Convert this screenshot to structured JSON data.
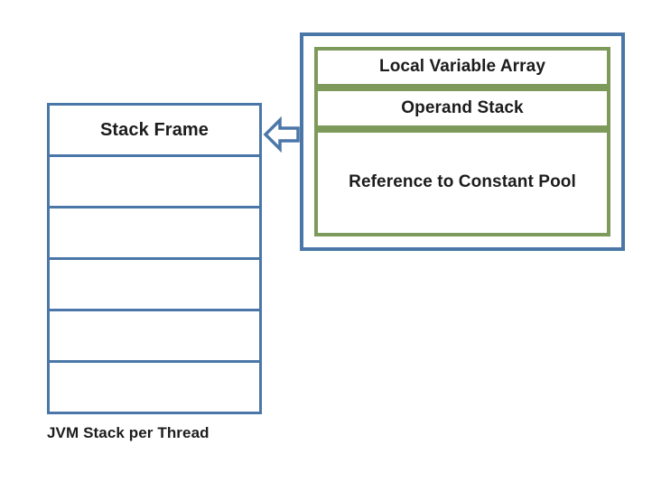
{
  "diagram": {
    "title": "JVM Stack per Thread",
    "colors": {
      "blue_border": "#4b77a8",
      "green_border": "#7d9a5b",
      "background": "#ffffff",
      "text": "#1c1c1c"
    },
    "jvm_stack": {
      "caption": "JVM Stack per Thread",
      "cells": [
        {
          "label": "Stack Frame"
        },
        {
          "label": ""
        },
        {
          "label": ""
        },
        {
          "label": ""
        },
        {
          "label": ""
        },
        {
          "label": ""
        }
      ]
    },
    "connector": {
      "icon": "left-arrow-icon",
      "direction": "left",
      "from": "stack-frame-detail-panel",
      "to": "stack-cell-stack-frame"
    },
    "frame_panel": {
      "parts": [
        {
          "label": "Local Variable Array"
        },
        {
          "label": "Operand Stack"
        },
        {
          "label": "Reference to Constant Pool"
        }
      ]
    }
  }
}
